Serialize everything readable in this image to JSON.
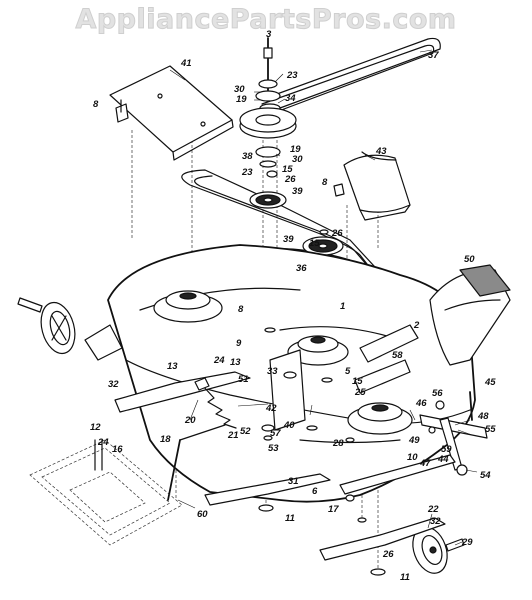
{
  "watermark": "AppliancePartsPros.com",
  "labels": [
    {
      "id": "1",
      "text": "1"
    },
    {
      "id": "2",
      "text": "2"
    },
    {
      "id": "3",
      "text": "3"
    },
    {
      "id": "5",
      "text": "5"
    },
    {
      "id": "6",
      "text": "6"
    },
    {
      "id": "8a",
      "text": "8"
    },
    {
      "id": "8b",
      "text": "8"
    },
    {
      "id": "8c",
      "text": "8"
    },
    {
      "id": "9",
      "text": "9"
    },
    {
      "id": "10",
      "text": "10"
    },
    {
      "id": "11a",
      "text": "11"
    },
    {
      "id": "11b",
      "text": "11"
    },
    {
      "id": "12",
      "text": "12"
    },
    {
      "id": "13a",
      "text": "13"
    },
    {
      "id": "13b",
      "text": "13"
    },
    {
      "id": "15a",
      "text": "15"
    },
    {
      "id": "15b",
      "text": "15"
    },
    {
      "id": "15c",
      "text": "15"
    },
    {
      "id": "16",
      "text": "16"
    },
    {
      "id": "17",
      "text": "17"
    },
    {
      "id": "18",
      "text": "18"
    },
    {
      "id": "19a",
      "text": "19"
    },
    {
      "id": "19b",
      "text": "19"
    },
    {
      "id": "20",
      "text": "20"
    },
    {
      "id": "21",
      "text": "21"
    },
    {
      "id": "22",
      "text": "22"
    },
    {
      "id": "23a",
      "text": "23"
    },
    {
      "id": "23b",
      "text": "23"
    },
    {
      "id": "24a",
      "text": "24"
    },
    {
      "id": "24b",
      "text": "24"
    },
    {
      "id": "25",
      "text": "25"
    },
    {
      "id": "26a",
      "text": "26"
    },
    {
      "id": "26b",
      "text": "26"
    },
    {
      "id": "26c",
      "text": "26"
    },
    {
      "id": "28",
      "text": "28"
    },
    {
      "id": "29",
      "text": "29"
    },
    {
      "id": "30a",
      "text": "30"
    },
    {
      "id": "30b",
      "text": "30"
    },
    {
      "id": "31",
      "text": "31"
    },
    {
      "id": "32a",
      "text": "32"
    },
    {
      "id": "32b",
      "text": "32"
    },
    {
      "id": "33",
      "text": "33"
    },
    {
      "id": "34",
      "text": "34"
    },
    {
      "id": "36",
      "text": "36"
    },
    {
      "id": "37",
      "text": "37"
    },
    {
      "id": "38",
      "text": "38"
    },
    {
      "id": "39a",
      "text": "39"
    },
    {
      "id": "39b",
      "text": "39"
    },
    {
      "id": "40",
      "text": "40"
    },
    {
      "id": "41",
      "text": "41"
    },
    {
      "id": "42",
      "text": "42"
    },
    {
      "id": "43",
      "text": "43"
    },
    {
      "id": "44",
      "text": "44"
    },
    {
      "id": "45",
      "text": "45"
    },
    {
      "id": "46",
      "text": "46"
    },
    {
      "id": "47",
      "text": "47"
    },
    {
      "id": "48",
      "text": "48"
    },
    {
      "id": "49",
      "text": "49"
    },
    {
      "id": "50",
      "text": "50"
    },
    {
      "id": "51",
      "text": "51"
    },
    {
      "id": "52",
      "text": "52"
    },
    {
      "id": "53",
      "text": "53"
    },
    {
      "id": "54",
      "text": "54"
    },
    {
      "id": "55",
      "text": "55"
    },
    {
      "id": "56",
      "text": "56"
    },
    {
      "id": "57",
      "text": "57"
    },
    {
      "id": "58",
      "text": "58"
    },
    {
      "id": "59",
      "text": "59"
    },
    {
      "id": "60",
      "text": "60"
    }
  ]
}
